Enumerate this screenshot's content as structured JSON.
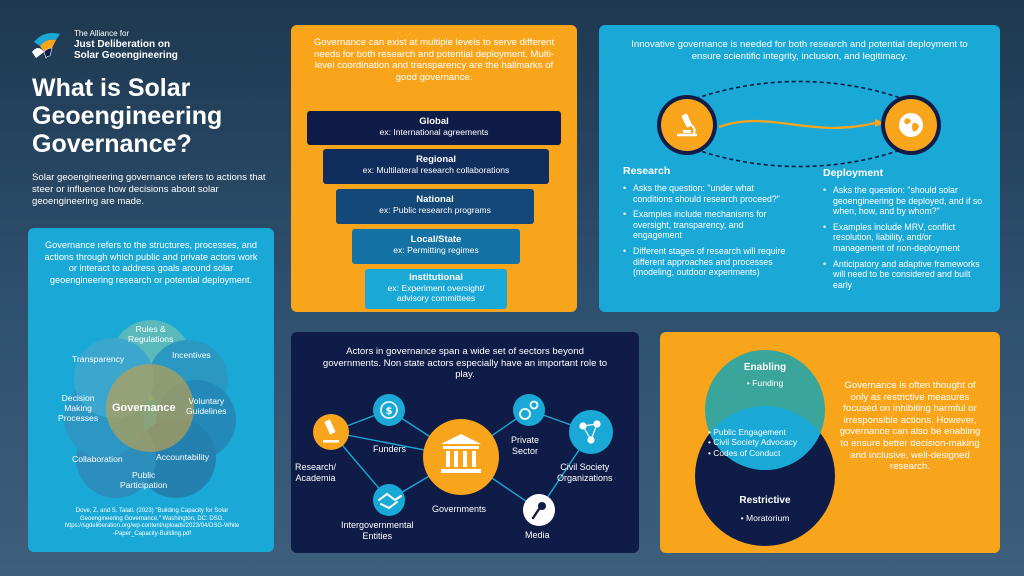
{
  "header": {
    "org_line1": "The Alliance for",
    "org_line2": "Just Deliberation on",
    "org_line3": "Solar Geoengineering",
    "title_line1": "What is Solar",
    "title_line2": "Geoengineering",
    "title_line3": "Governance?",
    "intro": "Solar geoengineering governance refers to actions that steer or influence how decisions about solar geoengineering are made."
  },
  "left_card": {
    "text": "Governance refers to the structures, processes, and actions through which public and private actors work or interact to address goals around solar geoengineering research or potential deployment.",
    "venn": {
      "center": "Governance",
      "rules_line1": "Rules &",
      "rules_line2": "Regulations",
      "transparency": "Transparency",
      "incentives": "Incentives",
      "decision_line1": "Decision",
      "decision_line2": "Making",
      "decision_line3": "Processes",
      "voluntary_line1": "Voluntary",
      "voluntary_line2": "Guidelines",
      "collaboration": "Collaboration",
      "accountability": "Accountability",
      "public_line1": "Public",
      "public_line2": "Participation"
    },
    "citation_line1": "Dove, Z. and S. Talati. (2023) \"Building Capacity for Solar",
    "citation_line2": "Geoengineering Governance.\" Washington, DC: DSG.",
    "citation_line3": "https://sgdeliberation.org/wp-content/uploads/2023/04/DSG-White",
    "citation_line4": "-Paper_Capacity-Building.pdf"
  },
  "levels_card": {
    "text": "Governance can exist at multiple levels to serve different needs for both research and potential deployment. Multi-level coordination and transparency are the hallmarks of good governance.",
    "levels": [
      {
        "name": "Global",
        "example": "ex: International agreements"
      },
      {
        "name": "Regional",
        "example": "ex: Multilateral research collaborations"
      },
      {
        "name": "National",
        "example": "ex: Public research programs"
      },
      {
        "name": "Local/State",
        "example": "ex: Permitting regimes"
      },
      {
        "name": "Institutional",
        "example_line1": "ex: Experiment oversight/",
        "example_line2": "advisory committees"
      }
    ]
  },
  "innovative_card": {
    "text": "Innovative governance is needed for both research and potential deployment to ensure scientific integrity, inclusion, and legitimacy.",
    "research": {
      "heading": "Research",
      "bullets": [
        "Asks the question: \"under what conditions should research proceed?\"",
        "Examples include mechanisms for oversight, transparency, and engagement",
        "Different stages of research will require different approaches and processes (modeling, outdoor experiments)"
      ]
    },
    "deployment": {
      "heading": "Deployment",
      "bullets": [
        "Asks the question: \"should solar geoengineering be deployed, and if so when, how, and by whom?\"",
        "Examples include MRV, conflict resolution, liability, and/or management of non-deployment",
        "Anticipatory and adaptive frameworks will need to be considered and built early"
      ]
    }
  },
  "actors_card": {
    "text": "Actors in governance span a wide set of sectors beyond governments. Non state actors especially have an important role to play.",
    "center": "Governments",
    "funders": "Funders",
    "research_line1": "Research/",
    "research_line2": "Academia",
    "private_line1": "Private",
    "private_line2": "Sector",
    "civil_line1": "Civil Society",
    "civil_line2": "Organizations",
    "intergov_line1": "Intergovernmental",
    "intergov_line2": "Entities",
    "media": "Media"
  },
  "enabling_card": {
    "enabling": "Enabling",
    "funding": "Funding",
    "overlap": [
      "Public Engagement",
      "Civil Society Advocacy",
      "Codes of Conduct"
    ],
    "restrictive": "Restrictive",
    "moratorium": "Moratorium",
    "text": "Governance is often thought of only as restrictive measures focused on inhibiting harmful or irresponsible actions. However, governance can also be enabling to ensure better decision-making and inclusive, well-designed research."
  },
  "colors": {
    "blue": "#1aa9d6",
    "orange": "#f9a51b",
    "navy": "#0f1c47",
    "teal": "#3aa59a"
  }
}
